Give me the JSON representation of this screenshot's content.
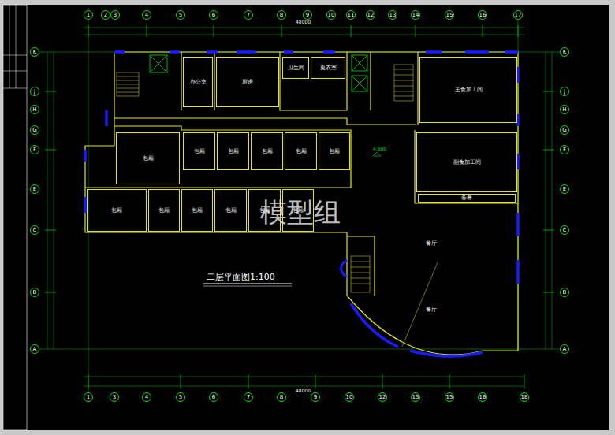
{
  "diagram": {
    "title": "二层平面图1:100",
    "nodes": [
      {
        "text": [
          "1"
        ]
      },
      {
        "text": [
          "2"
        ]
      },
      {
        "text": [
          "3"
        ]
      },
      {
        "text": [
          "4"
        ]
      },
      {
        "text": [
          "5"
        ]
      },
      {
        "text": [
          "6"
        ]
      },
      {
        "text": [
          "7"
        ]
      },
      {
        "text": [
          "8"
        ]
      },
      {
        "text": [
          "9"
        ]
      },
      {
        "text": [
          "10"
        ]
      },
      {
        "text": [
          "11"
        ]
      },
      {
        "text": [
          "12"
        ]
      },
      {
        "text": [
          "13"
        ]
      },
      {
        "text": [
          "14"
        ]
      },
      {
        "text": [
          "15"
        ]
      },
      {
        "text": [
          "16"
        ]
      },
      {
        "text": [
          "17"
        ]
      },
      {
        "text": [
          "K"
        ]
      },
      {
        "text": [
          "J"
        ]
      },
      {
        "text": [
          "H"
        ]
      },
      {
        "text": [
          "G"
        ]
      },
      {
        "text": [
          "F"
        ]
      },
      {
        "text": [
          "E"
        ]
      },
      {
        "text": [
          "C"
        ]
      },
      {
        "text": [
          "B"
        ]
      },
      {
        "text": [
          "A"
        ]
      },
      {
        "text": [
          "K"
        ]
      },
      {
        "text": [
          "J"
        ]
      },
      {
        "text": [
          "H"
        ]
      },
      {
        "text": [
          "G"
        ]
      },
      {
        "text": [
          "F"
        ]
      },
      {
        "text": [
          "E"
        ]
      },
      {
        "text": [
          "C"
        ]
      },
      {
        "text": [
          "B"
        ]
      },
      {
        "text": [
          "A"
        ]
      },
      {
        "text": [
          "办公室"
        ]
      },
      {
        "text": [
          "厨房"
        ]
      },
      {
        "text": [
          "卫生间"
        ]
      },
      {
        "text": [
          "更衣室"
        ]
      },
      {
        "text": [
          "主食加工间"
        ]
      },
      {
        "text": [
          "副食加工间"
        ]
      },
      {
        "text": [
          "包厢"
        ]
      },
      {
        "text": [
          "包厢"
        ]
      },
      {
        "text": [
          "包厢"
        ]
      },
      {
        "text": [
          "包厢"
        ]
      },
      {
        "text": [
          "包厢"
        ]
      },
      {
        "text": [
          "包厢"
        ]
      },
      {
        "text": [
          "包厢"
        ]
      },
      {
        "text": [
          "包厢"
        ]
      },
      {
        "text": [
          "包厢"
        ]
      },
      {
        "text": [
          "包厢"
        ]
      },
      {
        "text": [
          "包厢"
        ]
      },
      {
        "text": [
          "包厢"
        ]
      },
      {
        "text": [
          "备餐"
        ]
      },
      {
        "text": [
          "1"
        ]
      },
      {
        "text": [
          "3"
        ]
      },
      {
        "text": [
          "4"
        ]
      },
      {
        "text": [
          "5"
        ]
      },
      {
        "text": [
          "6"
        ]
      },
      {
        "text": [
          "7"
        ]
      },
      {
        "text": [
          "8"
        ]
      },
      {
        "text": [
          "9"
        ]
      },
      {
        "text": [
          "10"
        ]
      },
      {
        "text": [
          "12"
        ]
      },
      {
        "text": [
          "13"
        ]
      },
      {
        "text": [
          "15"
        ]
      },
      {
        "text": [
          "16"
        ]
      },
      {
        "text": [
          "18"
        ]
      }
    ],
    "labels": [
      "餐厅",
      "餐厅",
      "4.500",
      "48000",
      "48000",
      "模型组"
    ]
  }
}
